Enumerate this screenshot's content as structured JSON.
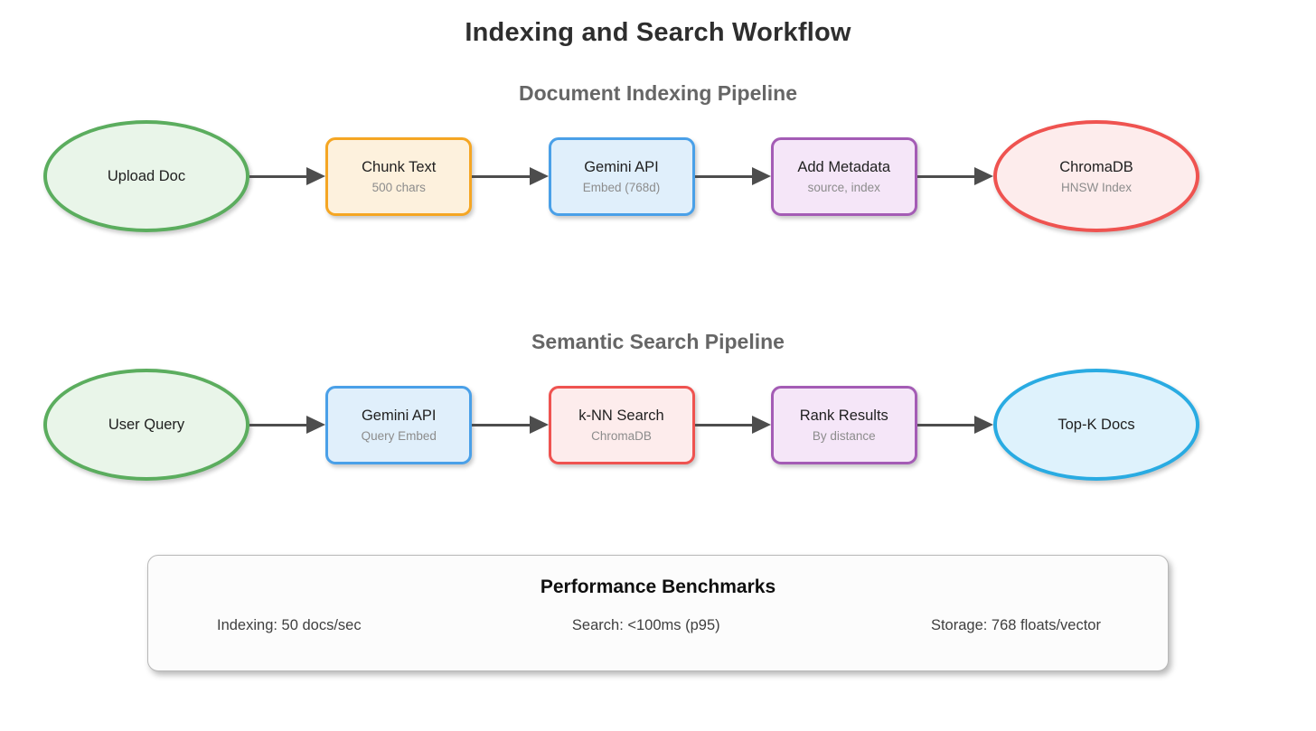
{
  "title": "Indexing and Search Workflow",
  "themes": {
    "green": {
      "border": "#5bad5e",
      "fill": "#e9f5e9"
    },
    "orange": {
      "border": "#f5a623",
      "fill": "#fdf1dd"
    },
    "blue": {
      "border": "#4aa0e8",
      "fill": "#e0effb"
    },
    "purple": {
      "border": "#a45cb5",
      "fill": "#f5e6f8"
    },
    "red": {
      "border": "#ef5350",
      "fill": "#fdecec"
    },
    "cyan": {
      "border": "#29abe2",
      "fill": "#def2fc"
    }
  },
  "colors": {
    "edge": "#4d4d4d",
    "heading": "#666666",
    "title": "#2e2e2e"
  },
  "pipelines": [
    {
      "heading": "Document Indexing Pipeline",
      "nodes": [
        {
          "label": "Upload Doc",
          "sublabel": "",
          "shape": "ellipse",
          "theme": "green"
        },
        {
          "label": "Chunk Text",
          "sublabel": "500 chars",
          "shape": "rect",
          "theme": "orange"
        },
        {
          "label": "Gemini API",
          "sublabel": "Embed (768d)",
          "shape": "rect",
          "theme": "blue"
        },
        {
          "label": "Add Metadata",
          "sublabel": "source, index",
          "shape": "rect",
          "theme": "purple"
        },
        {
          "label": "ChromaDB",
          "sublabel": "HNSW Index",
          "shape": "ellipse",
          "theme": "red"
        }
      ]
    },
    {
      "heading": "Semantic Search Pipeline",
      "nodes": [
        {
          "label": "User Query",
          "sublabel": "",
          "shape": "ellipse",
          "theme": "green"
        },
        {
          "label": "Gemini API",
          "sublabel": "Query Embed",
          "shape": "rect",
          "theme": "blue"
        },
        {
          "label": "k-NN Search",
          "sublabel": "ChromaDB",
          "shape": "rect",
          "theme": "red"
        },
        {
          "label": "Rank Results",
          "sublabel": "By distance",
          "shape": "rect",
          "theme": "purple"
        },
        {
          "label": "Top-K Docs",
          "sublabel": "",
          "shape": "ellipse",
          "theme": "cyan"
        }
      ]
    }
  ],
  "benchmarks": {
    "title": "Performance Benchmarks",
    "stats": [
      "Indexing: 50 docs/sec",
      "Search: <100ms (p95)",
      "Storage: 768 floats/vector"
    ]
  }
}
